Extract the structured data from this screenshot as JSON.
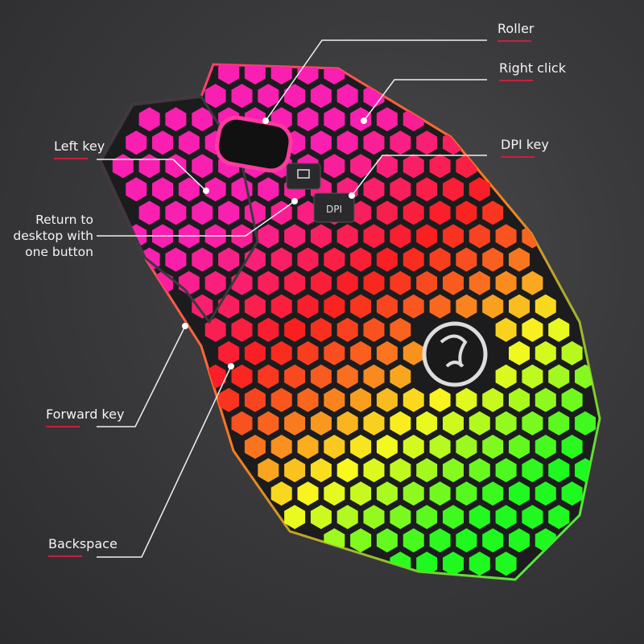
{
  "labels": {
    "roller": "Roller",
    "right_click": "Right click",
    "dpi_key": "DPI key",
    "left_key": "Left key",
    "return_desktop": [
      "Return to",
      "desktop with",
      "one button"
    ],
    "forward_key": "Forward key",
    "backspace": "Backspace"
  },
  "buttons": {
    "dpi_text": "DPI"
  },
  "colors": {
    "accent_underline": "#c8203c",
    "leader_line": "#f0f0f0",
    "body": "#1c1c1e"
  }
}
